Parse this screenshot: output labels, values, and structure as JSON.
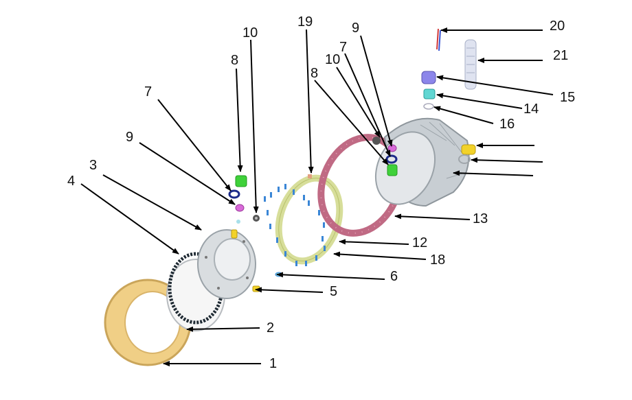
{
  "callouts": [
    {
      "id": "c1",
      "label": "1"
    },
    {
      "id": "c2",
      "label": "2"
    },
    {
      "id": "c3",
      "label": "3"
    },
    {
      "id": "c4",
      "label": "4"
    },
    {
      "id": "c5",
      "label": "5"
    },
    {
      "id": "c6",
      "label": "6"
    },
    {
      "id": "c7a",
      "label": "7"
    },
    {
      "id": "c8a",
      "label": "8"
    },
    {
      "id": "c9a",
      "label": "9"
    },
    {
      "id": "c10a",
      "label": "10"
    },
    {
      "id": "c19",
      "label": "19"
    },
    {
      "id": "c8b",
      "label": "8"
    },
    {
      "id": "c10b",
      "label": "10"
    },
    {
      "id": "c7b",
      "label": "7"
    },
    {
      "id": "c9b",
      "label": "9"
    },
    {
      "id": "c20",
      "label": "20"
    },
    {
      "id": "c21",
      "label": "21"
    },
    {
      "id": "c15",
      "label": "15"
    },
    {
      "id": "c14",
      "label": "14"
    },
    {
      "id": "c16",
      "label": "16"
    },
    {
      "id": "c13",
      "label": "13"
    },
    {
      "id": "c12",
      "label": "12"
    },
    {
      "id": "c18",
      "label": "18"
    }
  ],
  "colors": {
    "front_ring": "#f0cf86",
    "front_ring_edge": "#caa55a",
    "seal_ring_dark": "#1f2a33",
    "flange_gray": "#d9dde0",
    "body_gray": "#c8ced3",
    "gasket_pink": "#c06a84",
    "gasket_ring": "#d7de9a",
    "screw_blue": "#3a86d6",
    "green_part": "#3fd13a",
    "magenta_part": "#d86ad8",
    "navy_ring": "#1c2b8a",
    "yellow_part": "#f2d22a",
    "purple_cap": "#8c86ea",
    "teal_part": "#61d6d2",
    "arrow": "#000000"
  }
}
